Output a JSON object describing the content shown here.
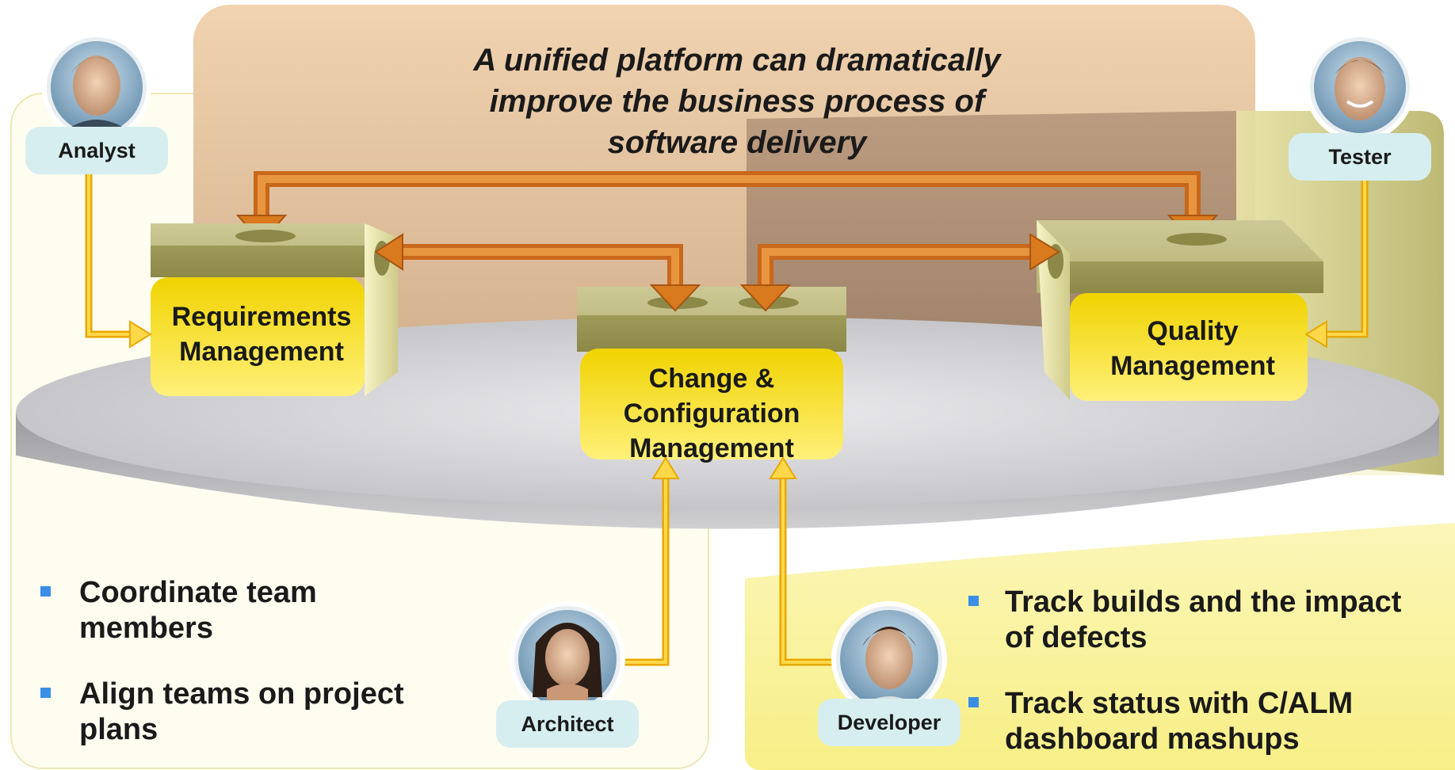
{
  "headline": "A unified platform can dramatically improve the business process of software delivery",
  "headline_lines": [
    "A unified platform can dramatically",
    "improve the business process of",
    "software delivery"
  ],
  "boxes": {
    "requirements": [
      "Requirements",
      "Management"
    ],
    "change": [
      "Change &",
      "Configuration",
      "Management"
    ],
    "quality": [
      "Quality",
      "Management"
    ]
  },
  "roles": {
    "analyst": "Analyst",
    "tester": "Tester",
    "architect": "Architect",
    "developer": "Developer"
  },
  "left_bullets": [
    [
      "Coordinate team",
      "members"
    ],
    [
      "Align teams on project",
      "plans"
    ]
  ],
  "right_bullets": [
    [
      "Track builds and the impact",
      "of defects"
    ],
    [
      "Track status with C/ALM",
      "dashboard mashups"
    ]
  ],
  "colors": {
    "arrow_orange": "#d97a1e",
    "connector_yellow": "#f5b800",
    "box_yellow": "#f2d200",
    "role_badge": "#d6eef0",
    "bullet_blue": "#3a8ee6",
    "platform_gray": "#c8c8cc"
  },
  "icons": [
    "analyst-portrait",
    "tester-portrait",
    "architect-portrait",
    "developer-portrait"
  ]
}
